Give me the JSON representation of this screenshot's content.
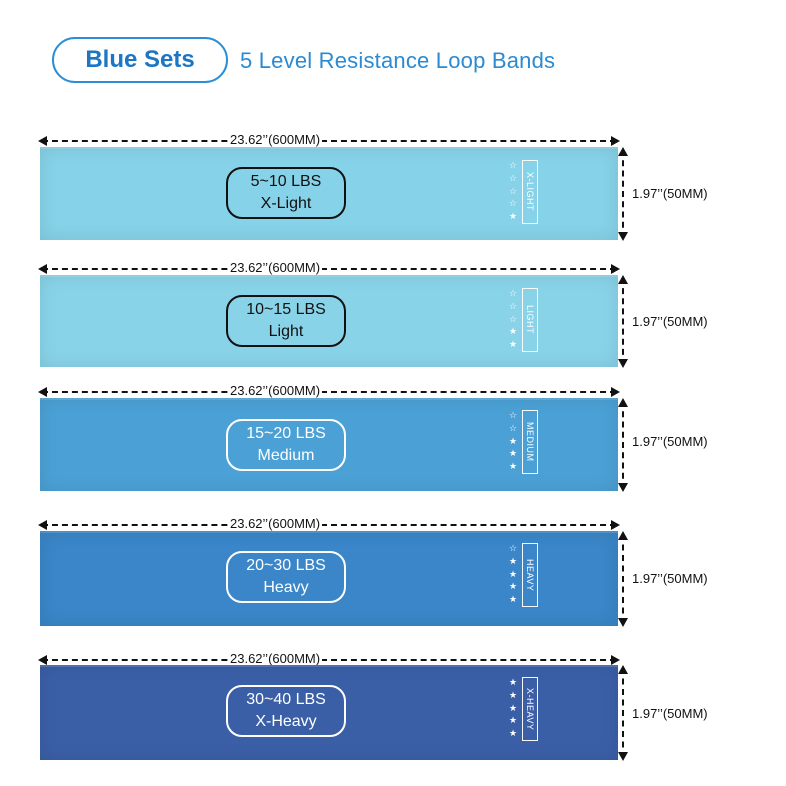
{
  "header": {
    "badge": "Blue Sets",
    "subtitle": "5 Level Resistance Loop Bands"
  },
  "colors": {
    "accent": "#1c76c4",
    "dark_text": "#111111",
    "light_text": "#ffffff"
  },
  "bands": [
    {
      "length_label": "23.62’’(600MM)",
      "width_label": "1.97’’(50MM)",
      "resistance": "5~10 LBS",
      "level": "X-Light",
      "mark": "X-LIGHT",
      "stars_filled": 1,
      "stars_total": 5,
      "color": "#86d2e8",
      "text_color": "#111111"
    },
    {
      "length_label": "23.62’’(600MM)",
      "width_label": "1.97’’(50MM)",
      "resistance": "10~15 LBS",
      "level": "Light",
      "mark": "LIGHT",
      "stars_filled": 2,
      "stars_total": 5,
      "color": "#89d3e9",
      "text_color": "#111111"
    },
    {
      "length_label": "23.62’’(600MM)",
      "width_label": "1.97’’(50MM)",
      "resistance": "15~20 LBS",
      "level": "Medium",
      "mark": "MEDIUM",
      "stars_filled": 3,
      "stars_total": 5,
      "color": "#4ba1d5",
      "text_color": "#ffffff"
    },
    {
      "length_label": "23.62’’(600MM)",
      "width_label": "1.97’’(50MM)",
      "resistance": "20~30 LBS",
      "level": "Heavy",
      "mark": "HEAVY",
      "stars_filled": 4,
      "stars_total": 5,
      "color": "#3a86c8",
      "text_color": "#ffffff"
    },
    {
      "length_label": "23.62’’(600MM)",
      "width_label": "1.97’’(50MM)",
      "resistance": "30~40 LBS",
      "level": "X-Heavy",
      "mark": "X-HEAVY",
      "stars_filled": 5,
      "stars_total": 5,
      "color": "#3b5fa7",
      "text_color": "#ffffff"
    }
  ]
}
